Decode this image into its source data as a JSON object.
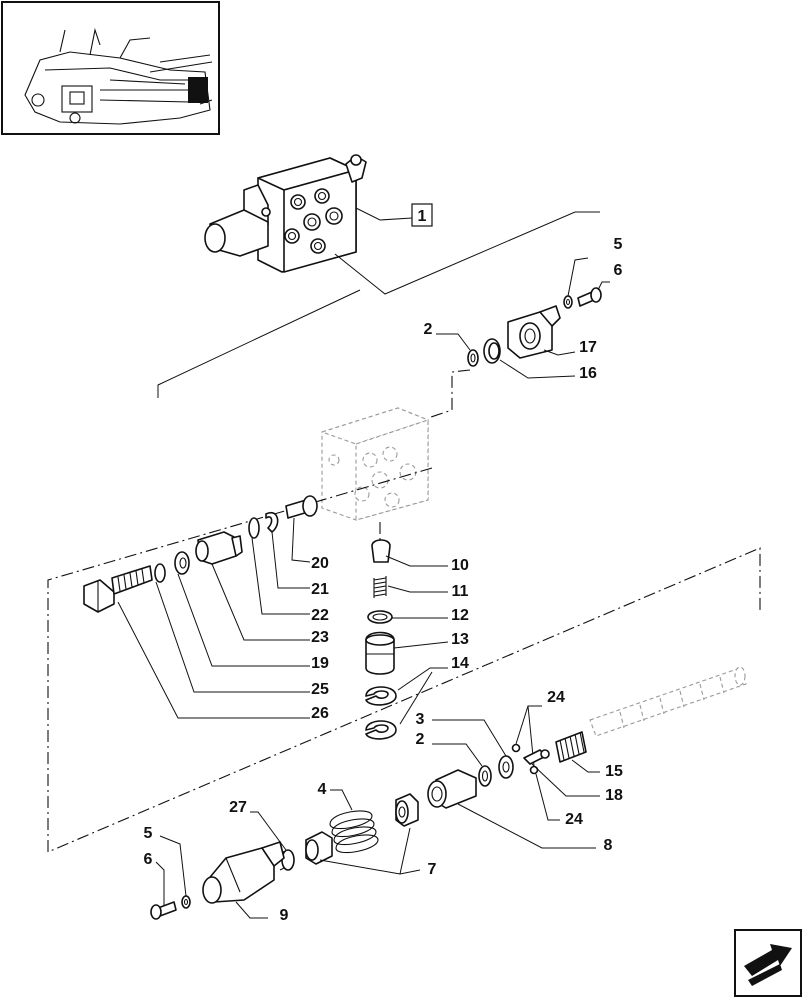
{
  "main_callout": "1",
  "labels": {
    "l5a": "5",
    "l6a": "6",
    "l2a": "2",
    "l17": "17",
    "l16": "16",
    "l20": "20",
    "l21": "21",
    "l22": "22",
    "l23": "23",
    "l19": "19",
    "l25": "25",
    "l26": "26",
    "l10": "10",
    "l11": "11",
    "l12": "12",
    "l13": "13",
    "l14": "14",
    "l24a": "24",
    "l3": "3",
    "l2b": "2",
    "l15": "15",
    "l18": "18",
    "l24b": "24",
    "l8": "8",
    "l4": "4",
    "l27": "27",
    "l7": "7",
    "l5b": "5",
    "l6b": "6",
    "l9": "9"
  },
  "icons": {
    "thumbnail": "tractor-location-thumbnail",
    "nav": "next-page-arrow-icon"
  }
}
